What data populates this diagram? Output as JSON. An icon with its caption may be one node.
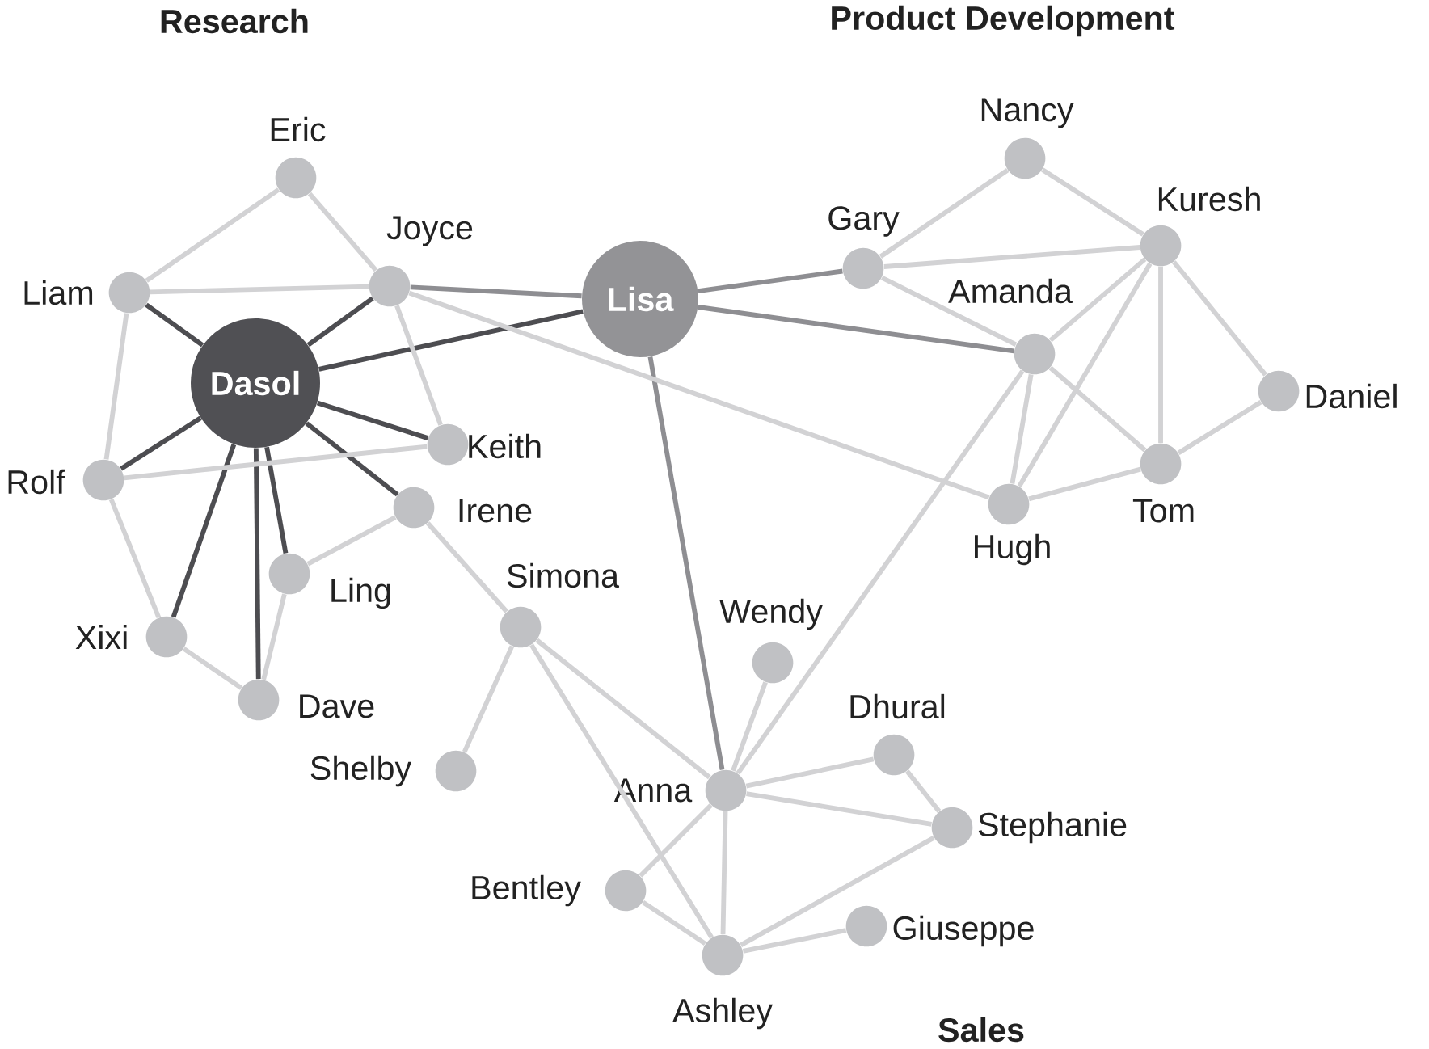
{
  "diagram": {
    "nodes": [
      {
        "text": [
          "Eric"
        ]
      },
      {
        "text": [
          "Joyce"
        ]
      },
      {
        "text": [
          "Liam"
        ]
      },
      {
        "text": [
          "Dasol"
        ]
      },
      {
        "text": [
          "Lisa"
        ]
      },
      {
        "text": [
          "Keith"
        ]
      },
      {
        "text": [
          "Rolf"
        ]
      },
      {
        "text": [
          "Irene"
        ]
      },
      {
        "text": [
          "Ling"
        ]
      },
      {
        "text": [
          "Simona"
        ]
      },
      {
        "text": [
          "Xixi"
        ]
      },
      {
        "text": [
          "Dave"
        ]
      },
      {
        "text": [
          "Shelby"
        ]
      },
      {
        "text": [
          "Gary"
        ]
      },
      {
        "text": [
          "Nancy"
        ]
      },
      {
        "text": [
          "Kuresh"
        ]
      },
      {
        "text": [
          "Amanda"
        ]
      },
      {
        "text": [
          "Daniel"
        ]
      },
      {
        "text": [
          "Tom"
        ]
      },
      {
        "text": [
          "Hugh"
        ]
      },
      {
        "text": [
          "Wendy"
        ]
      },
      {
        "text": [
          "Dhural"
        ]
      },
      {
        "text": [
          "Anna"
        ]
      },
      {
        "text": [
          "Stephanie"
        ]
      },
      {
        "text": [
          "Bentley"
        ]
      },
      {
        "text": [
          "Giuseppe"
        ]
      },
      {
        "text": [
          "Ashley"
        ]
      }
    ],
    "edges": [
      {
        "from": 3,
        "to": 2,
        "arrow": "none",
        "color": "#4d4d51"
      },
      {
        "from": 3,
        "to": 1,
        "arrow": "none",
        "color": "#4d4d51"
      },
      {
        "from": 3,
        "to": 4,
        "arrow": "none",
        "color": "#4d4d51"
      },
      {
        "from": 3,
        "to": 5,
        "arrow": "none",
        "color": "#4d4d51"
      },
      {
        "from": 3,
        "to": 7,
        "arrow": "none",
        "color": "#4d4d51"
      },
      {
        "from": 3,
        "to": 6,
        "arrow": "none",
        "color": "#4d4d51"
      },
      {
        "from": 3,
        "to": 10,
        "arrow": "none",
        "color": "#4d4d51"
      },
      {
        "from": 3,
        "to": 11,
        "arrow": "none",
        "color": "#4d4d51"
      },
      {
        "from": 3,
        "to": 8,
        "arrow": "none",
        "color": "#4d4d51"
      },
      {
        "from": 4,
        "to": 1,
        "arrow": "none",
        "color": "#8e8e92"
      },
      {
        "from": 4,
        "to": 13,
        "arrow": "none",
        "color": "#8e8e92"
      },
      {
        "from": 4,
        "to": 16,
        "arrow": "none",
        "color": "#8e8e92"
      },
      {
        "from": 4,
        "to": 22,
        "arrow": "none",
        "color": "#8e8e92"
      },
      {
        "from": 0,
        "to": 2,
        "arrow": "none"
      },
      {
        "from": 0,
        "to": 1,
        "arrow": "none"
      },
      {
        "from": 2,
        "to": 1,
        "arrow": "none"
      },
      {
        "from": 2,
        "to": 6,
        "arrow": "none"
      },
      {
        "from": 1,
        "to": 5,
        "arrow": "none"
      },
      {
        "from": 1,
        "to": 19,
        "arrow": "none"
      },
      {
        "from": 6,
        "to": 5,
        "arrow": "none"
      },
      {
        "from": 6,
        "to": 10,
        "arrow": "none"
      },
      {
        "from": 10,
        "to": 11,
        "arrow": "none"
      },
      {
        "from": 8,
        "to": 11,
        "arrow": "none"
      },
      {
        "from": 8,
        "to": 7,
        "arrow": "none"
      },
      {
        "from": 7,
        "to": 9,
        "arrow": "none"
      },
      {
        "from": 9,
        "to": 12,
        "arrow": "none"
      },
      {
        "from": 9,
        "to": 22,
        "arrow": "none"
      },
      {
        "from": 9,
        "to": 26,
        "arrow": "none"
      },
      {
        "from": 22,
        "to": 20,
        "arrow": "none"
      },
      {
        "from": 22,
        "to": 16,
        "arrow": "none"
      },
      {
        "from": 22,
        "to": 21,
        "arrow": "none"
      },
      {
        "from": 22,
        "to": 23,
        "arrow": "none"
      },
      {
        "from": 22,
        "to": 24,
        "arrow": "none"
      },
      {
        "from": 22,
        "to": 26,
        "arrow": "none"
      },
      {
        "from": 21,
        "to": 23,
        "arrow": "none"
      },
      {
        "from": 23,
        "to": 26,
        "arrow": "none"
      },
      {
        "from": 24,
        "to": 26,
        "arrow": "none"
      },
      {
        "from": 26,
        "to": 25,
        "arrow": "none"
      },
      {
        "from": 13,
        "to": 14,
        "arrow": "none"
      },
      {
        "from": 13,
        "to": 15,
        "arrow": "none"
      },
      {
        "from": 13,
        "to": 16,
        "arrow": "none"
      },
      {
        "from": 14,
        "to": 15,
        "arrow": "none"
      },
      {
        "from": 15,
        "to": 16,
        "arrow": "none"
      },
      {
        "from": 15,
        "to": 19,
        "arrow": "none"
      },
      {
        "from": 15,
        "to": 18,
        "arrow": "none"
      },
      {
        "from": 15,
        "to": 17,
        "arrow": "none"
      },
      {
        "from": 16,
        "to": 19,
        "arrow": "none"
      },
      {
        "from": 16,
        "to": 18,
        "arrow": "none"
      },
      {
        "from": 19,
        "to": 18,
        "arrow": "none"
      },
      {
        "from": 18,
        "to": 17,
        "arrow": "none"
      }
    ],
    "labels": [
      "Research",
      "Product Development",
      "Sales"
    ]
  }
}
